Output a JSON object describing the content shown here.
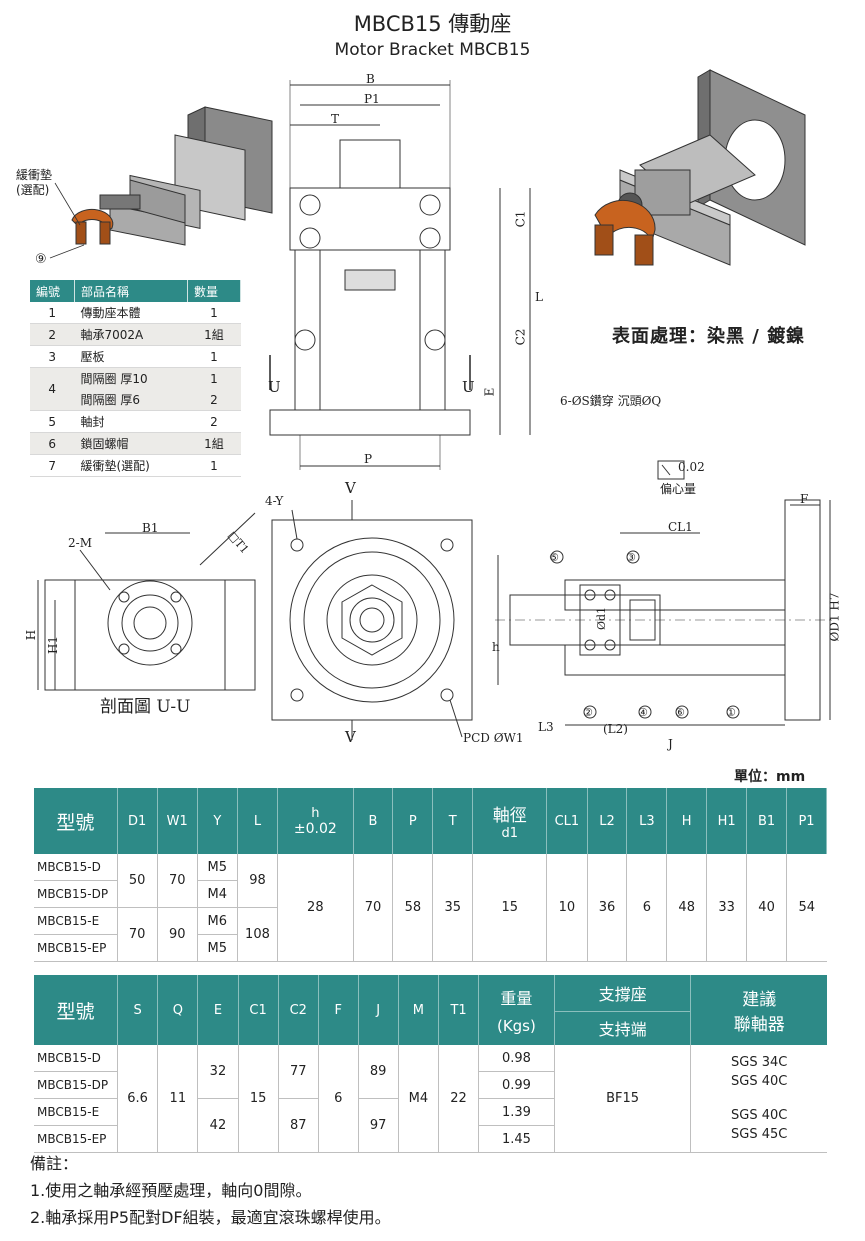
{
  "title": "MBCB15 傳動座",
  "subtitle": "Motor Bracket MBCB15",
  "callout_label": "緩衝墊\n(選配)",
  "callout_number": "⑨",
  "surface_treatment": "表面處理：染黑 / 鍍鎳",
  "unit_label": "單位：mm",
  "parts_table": {
    "headers": [
      "編號",
      "部品名稱",
      "數量"
    ],
    "rows": [
      {
        "no": "1",
        "name": "傳動座本體",
        "qty": "1"
      },
      {
        "no": "2",
        "name": "軸承7002A",
        "qty": "1組"
      },
      {
        "no": "3",
        "name": "壓板",
        "qty": "1"
      },
      {
        "no": "4",
        "name": "間隔圈 厚10",
        "qty": "1"
      },
      {
        "no": "",
        "name": "間隔圈 厚6",
        "qty": "2"
      },
      {
        "no": "5",
        "name": "軸封",
        "qty": "2"
      },
      {
        "no": "6",
        "name": "鎖固螺帽",
        "qty": "1組"
      },
      {
        "no": "7",
        "name": "緩衝墊(選配)",
        "qty": "1"
      }
    ]
  },
  "drawing_labels": {
    "B": "B",
    "P1": "P1",
    "T": "T",
    "C1": "C1",
    "C2": "C2",
    "L": "L",
    "E": "E",
    "P": "P",
    "U_left": "U",
    "U_right": "U",
    "drill": "6-ØS鑽穿 沉頭ØQ",
    "B1": "B1",
    "T1": "□T1",
    "M2": "2-M",
    "H": "H",
    "H1": "H1",
    "section": "剖面圖 U-U",
    "Y4": "4-Y",
    "V_top": "V",
    "V_bottom": "V",
    "PCD": "PCD ØW1",
    "runout": "0.02",
    "runout_label": "偏心量",
    "F": "F",
    "CL1": "CL1",
    "D1H7": "ØD1 H7",
    "d1": "Ød1",
    "h": "h",
    "L3": "L3",
    "L2": "(L2)",
    "J": "J",
    "b1": "①",
    "b2": "②",
    "b3": "③",
    "b4": "④",
    "b5": "⑤",
    "b6": "⑥"
  },
  "spec_table_1": {
    "headers": [
      "型號",
      "D1",
      "W1",
      "Y",
      "L",
      "h",
      "±0.02",
      "B",
      "P",
      "T",
      "軸徑",
      "d1",
      "CL1",
      "L2",
      "L3",
      "H",
      "H1",
      "B1",
      "P1"
    ],
    "models": [
      "MBCB15-D",
      "MBCB15-DP",
      "MBCB15-E",
      "MBCB15-EP"
    ],
    "D1": [
      "50",
      "70"
    ],
    "W1": [
      "70",
      "90"
    ],
    "Y": [
      "M5",
      "M4",
      "M6",
      "M5"
    ],
    "L": [
      "98",
      "108"
    ],
    "h": "28",
    "B": "70",
    "P": "58",
    "T": "35",
    "d1": "15",
    "CL1": "10",
    "L2": "36",
    "L3": "6",
    "H": "48",
    "H1": "33",
    "B1": "40",
    "P1": "54"
  },
  "spec_table_2": {
    "headers": [
      "型號",
      "S",
      "Q",
      "E",
      "C1",
      "C2",
      "F",
      "J",
      "M",
      "T1",
      "重量",
      "(Kgs)",
      "支撐座",
      "支持端",
      "建議",
      "聯軸器"
    ],
    "models": [
      "MBCB15-D",
      "MBCB15-DP",
      "MBCB15-E",
      "MBCB15-EP"
    ],
    "S": "6.6",
    "Q": "11",
    "E": [
      "32",
      "42"
    ],
    "C1": "15",
    "C2": [
      "77",
      "87"
    ],
    "F": "6",
    "J": [
      "89",
      "97"
    ],
    "M": "M4",
    "T1": "22",
    "weights": [
      "0.98",
      "0.99",
      "1.39",
      "1.45"
    ],
    "support": "BF15",
    "coupling": [
      "SGS 34C",
      "SGS 40C",
      "SGS 40C",
      "SGS 45C"
    ]
  },
  "notes": {
    "title": "備註：",
    "items": [
      "1.使用之軸承經預壓處理，軸向0間隙。",
      "2.軸承採用P5配對DF組裝，最適宜滾珠螺桿使用。"
    ]
  }
}
